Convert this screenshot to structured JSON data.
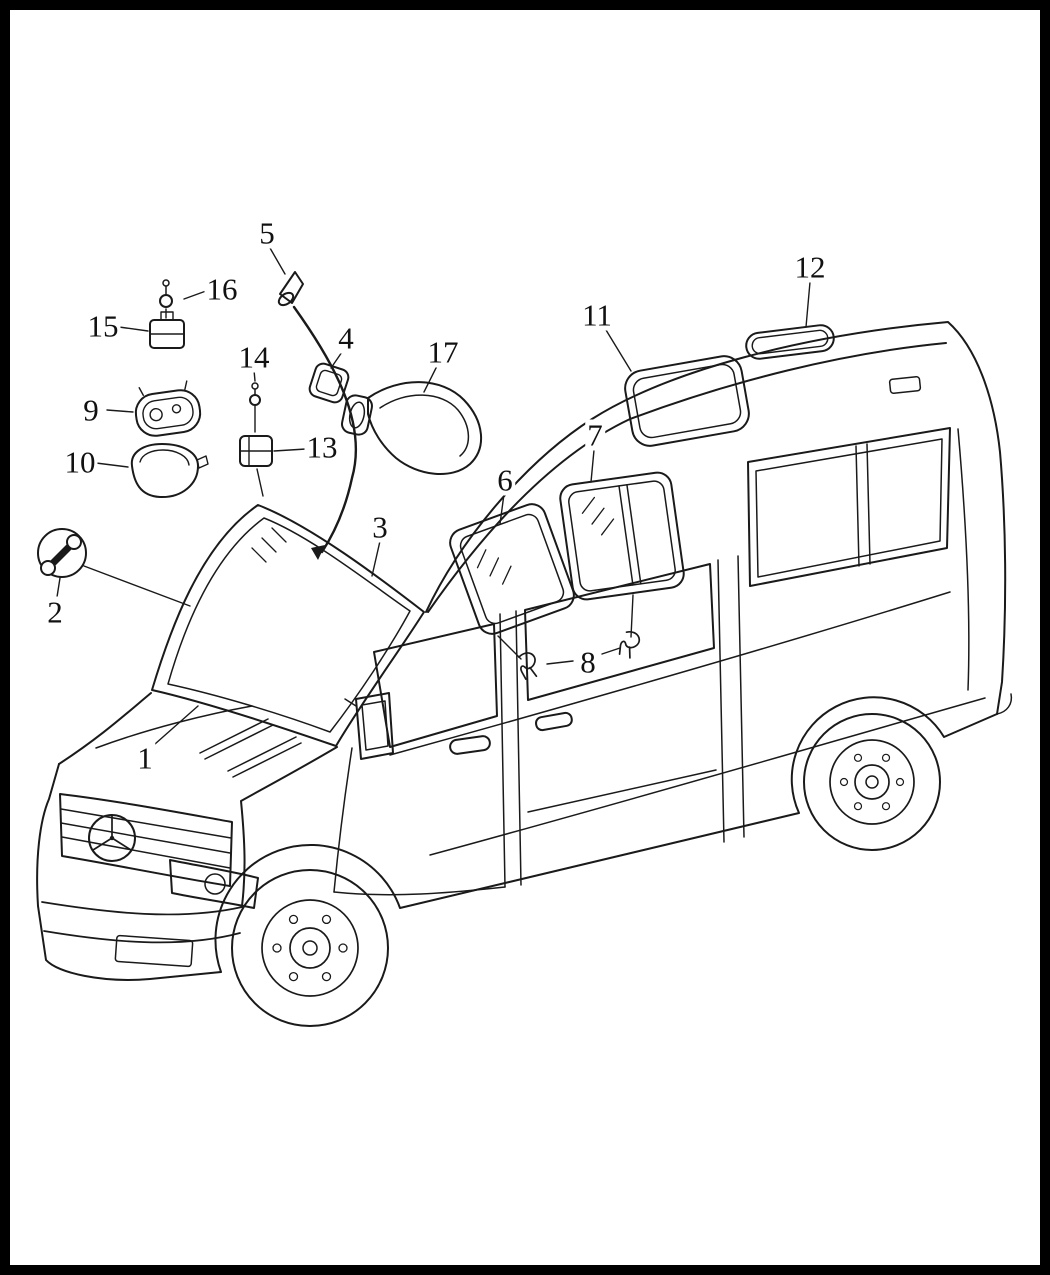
{
  "diagram": {
    "type": "vehicle-glass-parts-diagram",
    "colors": {
      "line": "#1a1a1a",
      "background": "#ffffff",
      "frame": "#000000"
    },
    "callouts": [
      {
        "label": "1"
      },
      {
        "label": "2"
      },
      {
        "label": "3"
      },
      {
        "label": "4"
      },
      {
        "label": "5"
      },
      {
        "label": "6"
      },
      {
        "label": "7"
      },
      {
        "label": "8"
      },
      {
        "label": "9"
      },
      {
        "label": "10"
      },
      {
        "label": "11"
      },
      {
        "label": "12"
      },
      {
        "label": "13"
      },
      {
        "label": "14"
      },
      {
        "label": "15"
      },
      {
        "label": "16"
      },
      {
        "label": "17"
      }
    ]
  }
}
